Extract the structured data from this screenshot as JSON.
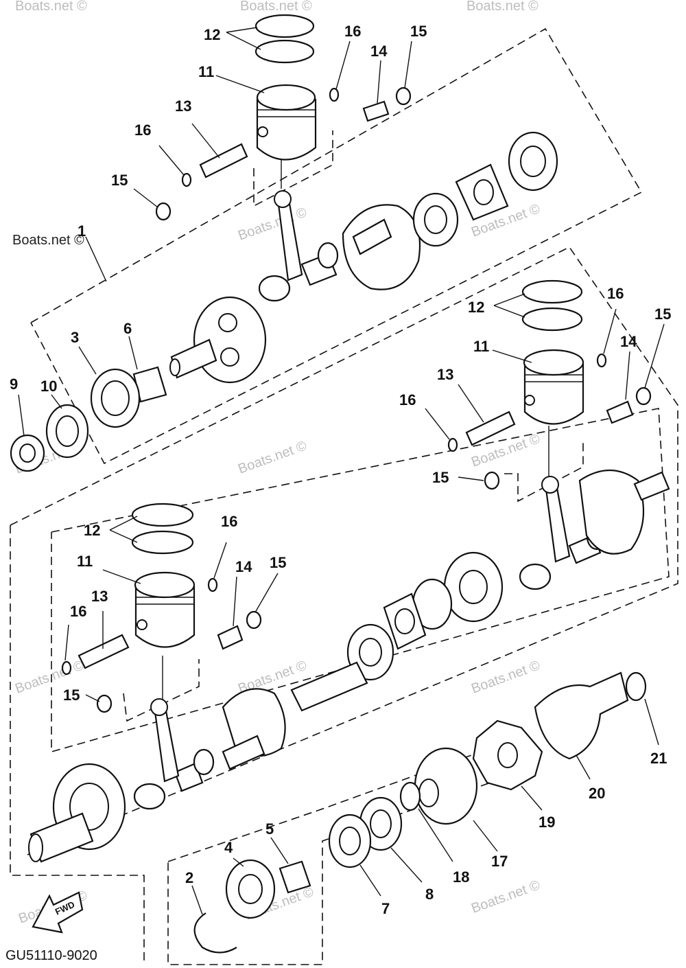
{
  "diagram": {
    "drawing_code": "GU51110-9020",
    "fwd_label": "FWD",
    "watermark": "Boats.net ©",
    "callouts": [
      {
        "id": "c12a",
        "text": "12"
      },
      {
        "id": "c11a",
        "text": "11"
      },
      {
        "id": "c13a",
        "text": "13"
      },
      {
        "id": "c16a",
        "text": "16"
      },
      {
        "id": "c15a",
        "text": "15"
      },
      {
        "id": "c16b",
        "text": "16"
      },
      {
        "id": "c14a",
        "text": "14"
      },
      {
        "id": "c15b",
        "text": "15"
      },
      {
        "id": "c1",
        "text": "1"
      },
      {
        "id": "c3",
        "text": "3"
      },
      {
        "id": "c6",
        "text": "6"
      },
      {
        "id": "c9",
        "text": "9"
      },
      {
        "id": "c10",
        "text": "10"
      },
      {
        "id": "c12b",
        "text": "12"
      },
      {
        "id": "c16c",
        "text": "16"
      },
      {
        "id": "c15c",
        "text": "15"
      },
      {
        "id": "c11b",
        "text": "11"
      },
      {
        "id": "c14b",
        "text": "14"
      },
      {
        "id": "c13b",
        "text": "13"
      },
      {
        "id": "c16d",
        "text": "16"
      },
      {
        "id": "c15d",
        "text": "15"
      },
      {
        "id": "c12c",
        "text": "12"
      },
      {
        "id": "c16e",
        "text": "16"
      },
      {
        "id": "c11c",
        "text": "11"
      },
      {
        "id": "c14c",
        "text": "14"
      },
      {
        "id": "c15e",
        "text": "15"
      },
      {
        "id": "c13c",
        "text": "13"
      },
      {
        "id": "c16f",
        "text": "16"
      },
      {
        "id": "c15f",
        "text": "15"
      },
      {
        "id": "c21",
        "text": "21"
      },
      {
        "id": "c20",
        "text": "20"
      },
      {
        "id": "c19",
        "text": "19"
      },
      {
        "id": "c17",
        "text": "17"
      },
      {
        "id": "c18",
        "text": "18"
      },
      {
        "id": "c8",
        "text": "8"
      },
      {
        "id": "c7",
        "text": "7"
      },
      {
        "id": "c5",
        "text": "5"
      },
      {
        "id": "c4",
        "text": "4"
      },
      {
        "id": "c2",
        "text": "2"
      }
    ]
  }
}
